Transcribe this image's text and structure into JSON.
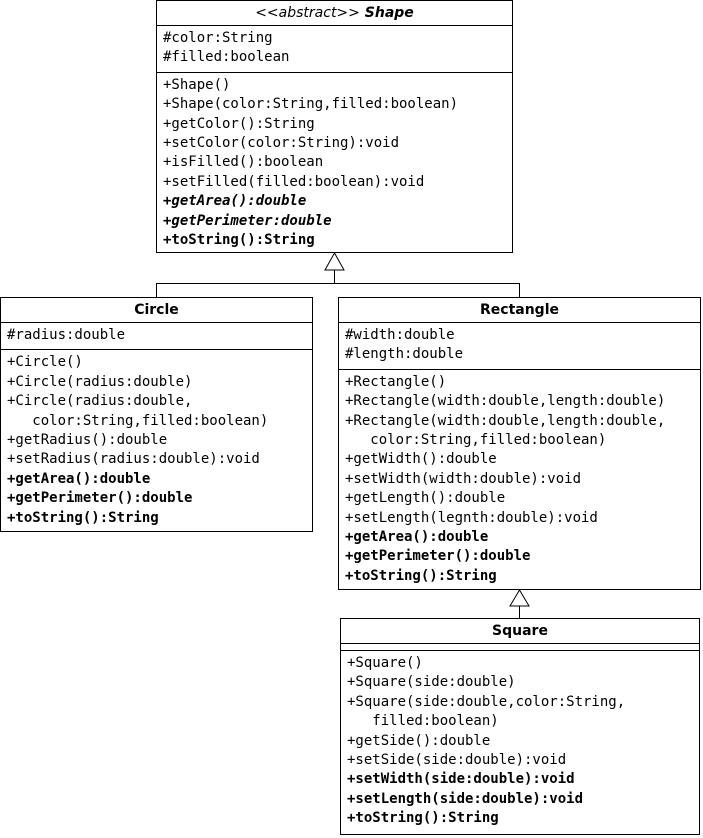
{
  "shape": {
    "stereotype": "<<abstract>>",
    "name": "Shape",
    "attributes": [
      "#color:String",
      "#filled:boolean"
    ],
    "methods": [
      {
        "text": "+Shape()",
        "style": "normal"
      },
      {
        "text": "+Shape(color:String,filled:boolean)",
        "style": "normal"
      },
      {
        "text": "+getColor():String",
        "style": "normal"
      },
      {
        "text": "+setColor(color:String):void",
        "style": "normal"
      },
      {
        "text": "+isFilled():boolean",
        "style": "normal"
      },
      {
        "text": "+setFilled(filled:boolean):void",
        "style": "normal"
      },
      {
        "text": "+getArea():double",
        "style": "bold-italic"
      },
      {
        "text": "+getPerimeter:double",
        "style": "bold-italic"
      },
      {
        "text": "+toString():String",
        "style": "bold"
      }
    ]
  },
  "circle": {
    "name": "Circle",
    "attributes": [
      "#radius:double"
    ],
    "methods": [
      {
        "text": "+Circle()",
        "style": "normal"
      },
      {
        "text": "+Circle(radius:double)",
        "style": "normal"
      },
      {
        "text": "+Circle(radius:double,",
        "style": "normal"
      },
      {
        "text": "   color:String,filled:boolean)",
        "style": "normal"
      },
      {
        "text": "+getRadius():double",
        "style": "normal"
      },
      {
        "text": "+setRadius(radius:double):void",
        "style": "normal"
      },
      {
        "text": "+getArea():double",
        "style": "bold"
      },
      {
        "text": "+getPerimeter():double",
        "style": "bold"
      },
      {
        "text": "+toString():String",
        "style": "bold"
      }
    ]
  },
  "rectangle": {
    "name": "Rectangle",
    "attributes": [
      "#width:double",
      "#length:double"
    ],
    "methods": [
      {
        "text": "+Rectangle()",
        "style": "normal"
      },
      {
        "text": "+Rectangle(width:double,length:double)",
        "style": "normal"
      },
      {
        "text": "+Rectangle(width:double,length:double,",
        "style": "normal"
      },
      {
        "text": "   color:String,filled:boolean)",
        "style": "normal"
      },
      {
        "text": "+getWidth():double",
        "style": "normal"
      },
      {
        "text": "+setWidth(width:double):void",
        "style": "normal"
      },
      {
        "text": "+getLength():double",
        "style": "normal"
      },
      {
        "text": "+setLength(legnth:double):void",
        "style": "normal"
      },
      {
        "text": "+getArea():double",
        "style": "bold"
      },
      {
        "text": "+getPerimeter():double",
        "style": "bold"
      },
      {
        "text": "+toString():String",
        "style": "bold"
      }
    ]
  },
  "square": {
    "name": "Square",
    "attributes": [],
    "methods": [
      {
        "text": "+Square()",
        "style": "normal"
      },
      {
        "text": "+Square(side:double)",
        "style": "normal"
      },
      {
        "text": "+Square(side:double,color:String,",
        "style": "normal"
      },
      {
        "text": "   filled:boolean)",
        "style": "normal"
      },
      {
        "text": "+getSide():double",
        "style": "normal"
      },
      {
        "text": "+setSide(side:double):void",
        "style": "normal"
      },
      {
        "text": "+setWidth(side:double):void",
        "style": "bold"
      },
      {
        "text": "+setLength(side:double):void",
        "style": "bold"
      },
      {
        "text": "+toString():String",
        "style": "bold"
      }
    ]
  }
}
